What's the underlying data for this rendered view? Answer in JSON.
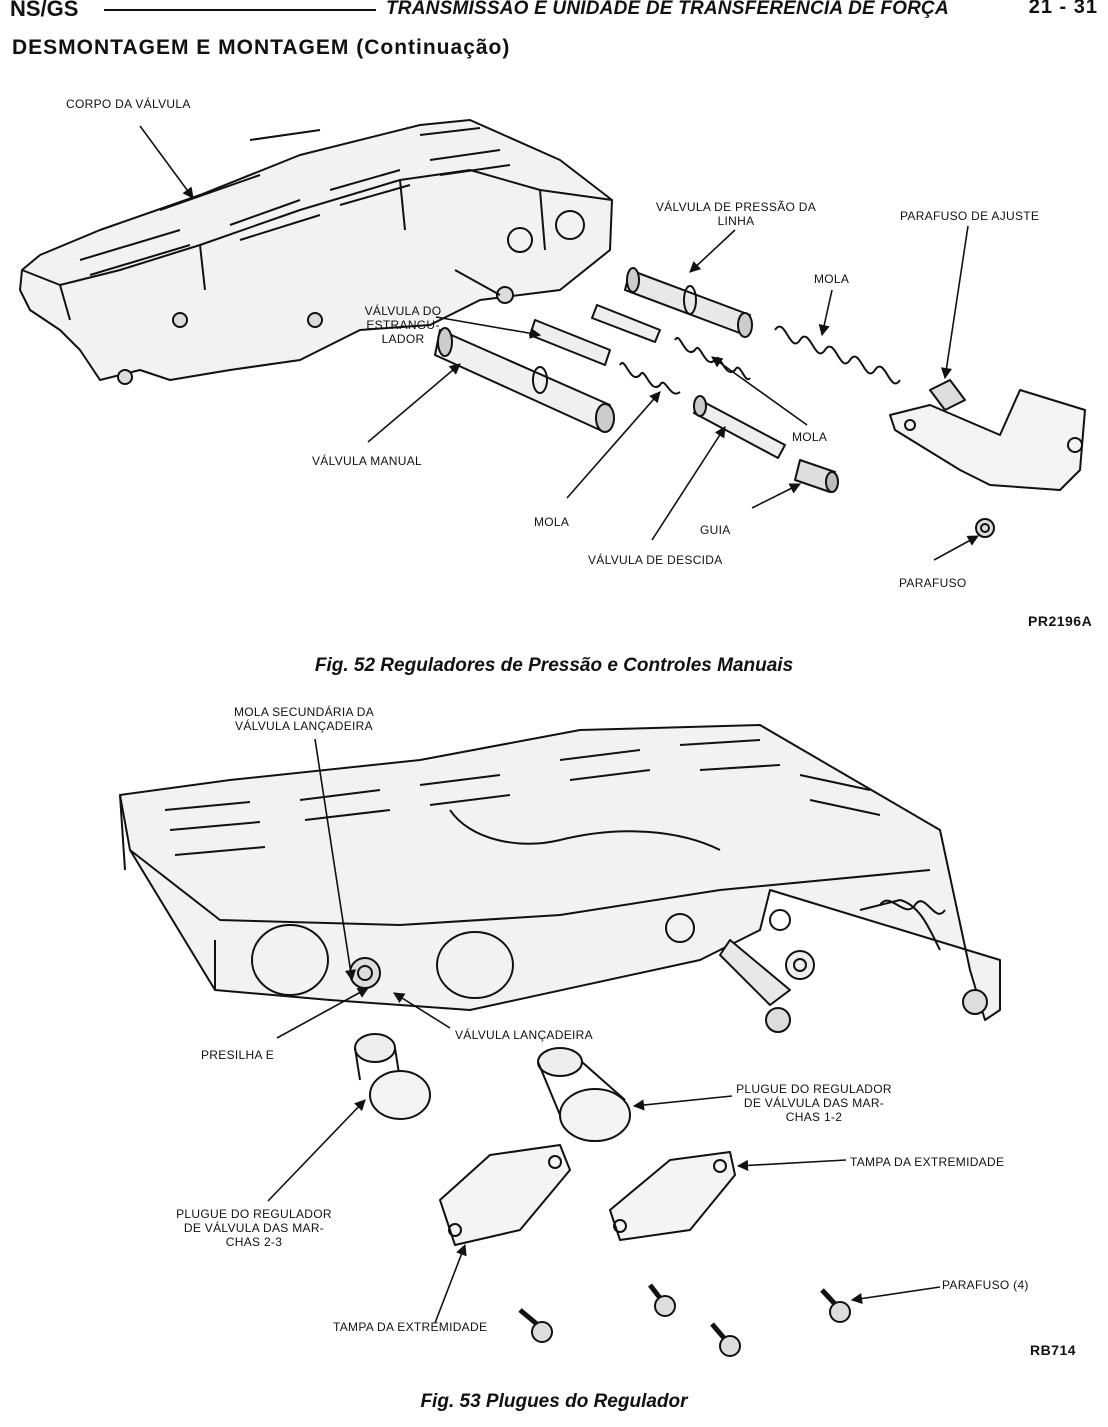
{
  "header": {
    "left": "NS/GS",
    "title": "TRANSMISSÃO E UNIDADE DE TRANSFERÊNCIA DE FORÇA",
    "page": "21 - 31"
  },
  "section_title": "DESMONTAGEM E MONTAGEM (Continuação)",
  "fig52": {
    "caption": "Fig. 52 Reguladores de Pressão e Controles Manuais",
    "code": "PR2196A",
    "labels": {
      "valve_body": "CORPO DA VÁLVULA",
      "line_pressure_valve_1": "VÁLVULA DE PRESSÃO DA",
      "line_pressure_valve_2": "LINHA",
      "adjust_screw": "PARAFUSO DE AJUSTE",
      "spring_top": "MOLA",
      "throttle_1": "VÁLVULA DO",
      "throttle_2": "ESTRANGU-",
      "throttle_3": "LADOR",
      "spring_mid": "MOLA",
      "manual_valve": "VÁLVULA MANUAL",
      "spring_low": "MOLA",
      "guide": "GUIA",
      "kickdown_valve": "VÁLVULA DE DESCIDA",
      "screw": "PARAFUSO"
    }
  },
  "fig53": {
    "caption": "Fig. 53 Plugues do Regulador",
    "code": "RB714",
    "labels": {
      "shuttle_spring_1": "MOLA SECUNDÁRIA DA",
      "shuttle_spring_2": "VÁLVULA LANÇADEIRA",
      "shuttle_valve": "VÁLVULA LANÇADEIRA",
      "e_clip": "PRESILHA E",
      "plug12_1": "PLUGUE DO REGULADOR",
      "plug12_2": "DE VÁLVULA DAS MAR-",
      "plug12_3": "CHAS 1-2",
      "end_cover_right": "TAMPA DA EXTREMIDADE",
      "plug23_1": "PLUGUE DO REGULADOR",
      "plug23_2": "DE VÁLVULA DAS MAR-",
      "plug23_3": "CHAS 2-3",
      "screws": "PARAFUSO (4)",
      "end_cover_left": "TAMPA DA EXTREMIDADE"
    }
  }
}
